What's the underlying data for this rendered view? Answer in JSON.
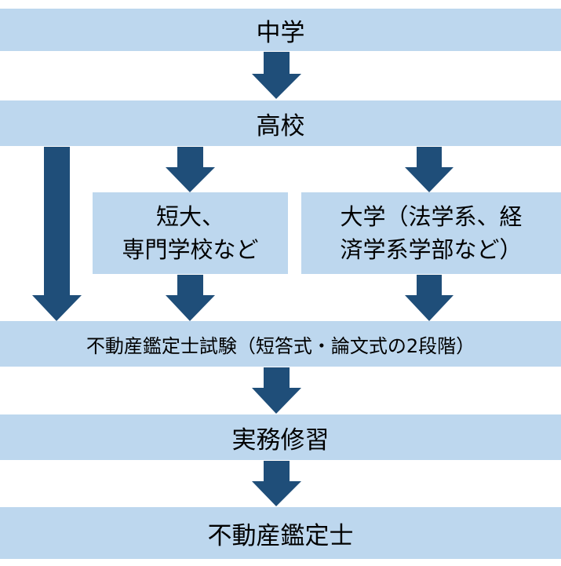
{
  "diagram": {
    "colors": {
      "box_fill": "#bdd7ee",
      "arrow": "#1f4e79",
      "text": "#000000"
    },
    "nodes": {
      "junior_high": "中学",
      "high_school": "高校",
      "junior_college_line1": "短大、",
      "junior_college_line2": "専門学校など",
      "university_line1": "大学（法学系、経",
      "university_line2": "済学系学部など）",
      "exam": "不動産鑑定士試験（短答式・論文式の2段階）",
      "practical_training": "実務修習",
      "appraiser": "不動産鑑定士"
    }
  }
}
